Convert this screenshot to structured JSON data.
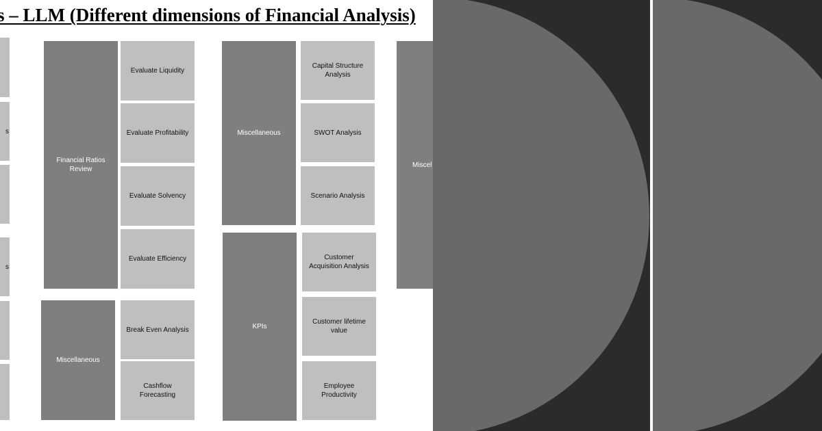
{
  "slide": {
    "title": "s – LLM (Different dimensions of Financial Analysis)",
    "left_partial_labels": [
      "s",
      "s"
    ],
    "groups": [
      {
        "category": "Financial Ratios Review",
        "items": [
          "Evaluate Liquidity",
          "Evaluate Profitability",
          "Evaluate Solvency",
          "Evaluate Efficiency"
        ]
      },
      {
        "category": "Miscellaneous",
        "items": [
          "Break Even Analysis",
          "Cashflow Forecasting"
        ]
      },
      {
        "category": "Miscellaneous",
        "items": [
          "Capital Structure Analysis",
          "SWOT Analysis",
          "Scenario Analysis"
        ]
      },
      {
        "category": "KPIs",
        "items": [
          "Customer Acquisition Analysis",
          "Customer lifetime value",
          "Employee Productivity"
        ]
      },
      {
        "category": "Miscel",
        "items": []
      }
    ]
  },
  "colors": {
    "dark_box": "#7f7f7f",
    "light_box": "#bfbfbf",
    "panel_background": "#2b2b2b",
    "circle": "#696969"
  }
}
